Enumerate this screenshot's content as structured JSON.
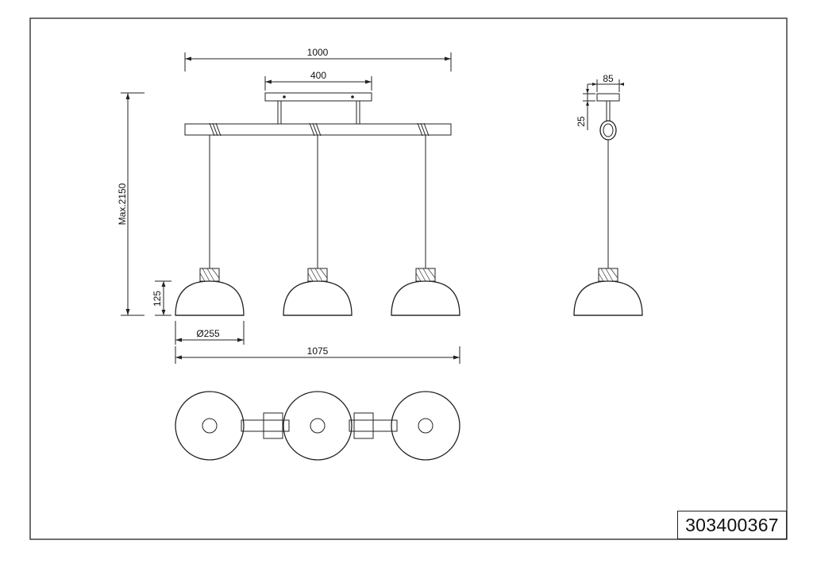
{
  "drawing": {
    "part_number": "303400367",
    "dimensions": {
      "overall_bar_width": "1000",
      "canopy_width": "400",
      "max_height": "Max.2150",
      "shade_height": "125",
      "shade_diameter": "Ø255",
      "total_width": "1075",
      "side_depth": "85",
      "side_canopy_height": "25"
    }
  }
}
